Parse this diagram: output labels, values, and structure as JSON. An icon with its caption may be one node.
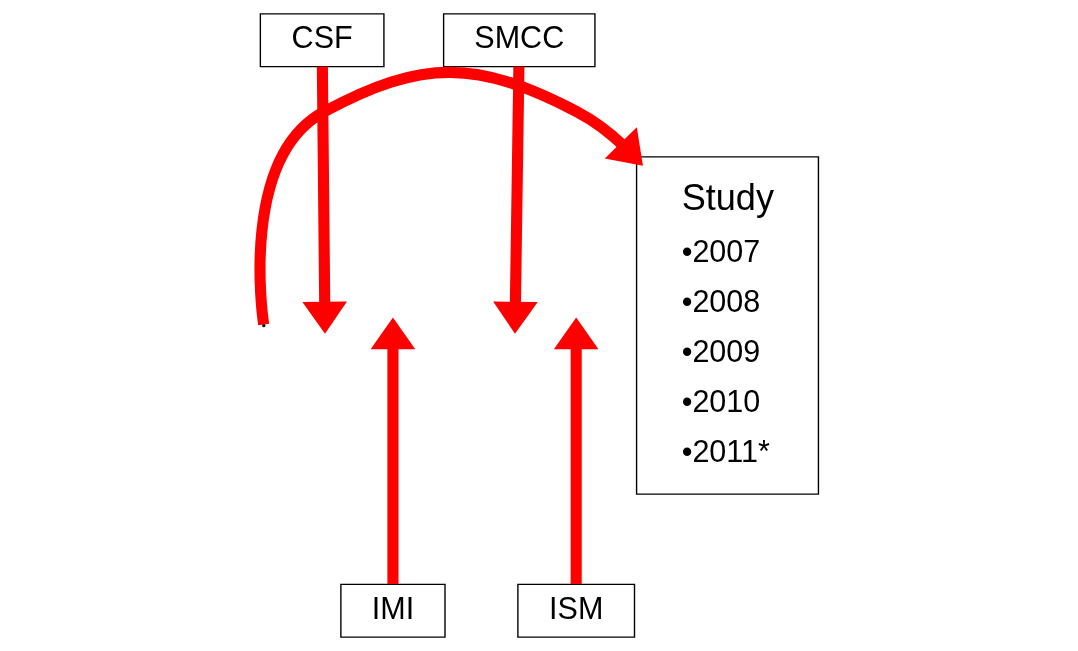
{
  "diagram": {
    "nodes": [
      {
        "text": [
          "CSF"
        ]
      },
      {
        "text": [
          "SMCC"
        ]
      },
      {
        "text": [
          "IMI"
        ]
      },
      {
        "text": [
          "ISM"
        ]
      },
      {
        "text": [
          "Study",
          "•2007",
          "•2008",
          "•2009",
          "•2010",
          "•2011*"
        ]
      }
    ],
    "edges": [
      {
        "from": 0,
        "to": null,
        "arrow": "to"
      },
      {
        "from": 1,
        "to": null,
        "arrow": "to"
      },
      {
        "from": 2,
        "to": null,
        "arrow": "to"
      },
      {
        "from": 3,
        "to": null,
        "arrow": "to"
      },
      {
        "from": null,
        "to": 4,
        "arrow": "to"
      }
    ]
  }
}
